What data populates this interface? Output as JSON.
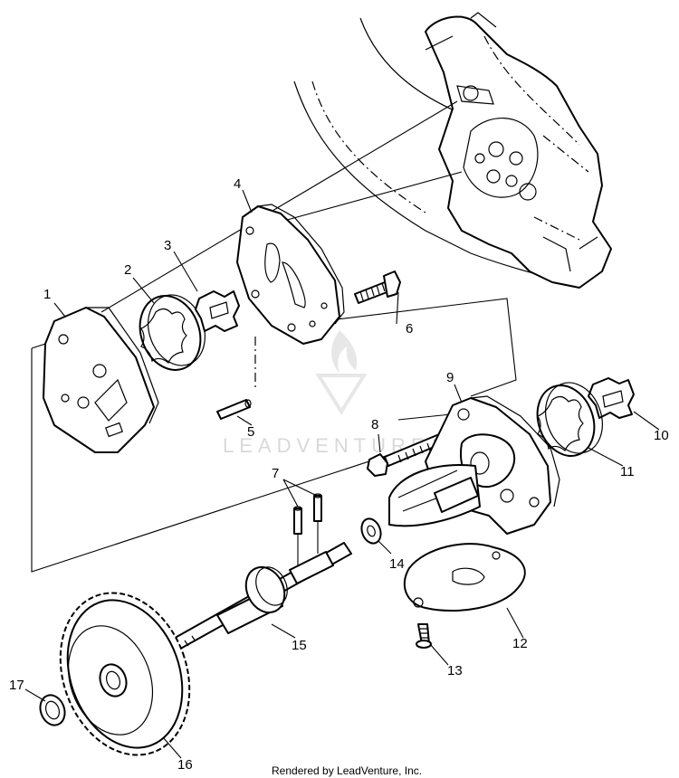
{
  "diagram": {
    "callouts": [
      {
        "id": "1",
        "label": "1"
      },
      {
        "id": "2",
        "label": "2"
      },
      {
        "id": "3",
        "label": "3"
      },
      {
        "id": "4",
        "label": "4"
      },
      {
        "id": "5",
        "label": "5"
      },
      {
        "id": "6",
        "label": "6"
      },
      {
        "id": "7",
        "label": "7"
      },
      {
        "id": "8",
        "label": "8"
      },
      {
        "id": "9",
        "label": "9"
      },
      {
        "id": "10",
        "label": "10"
      },
      {
        "id": "11",
        "label": "11"
      },
      {
        "id": "12",
        "label": "12"
      },
      {
        "id": "13",
        "label": "13"
      },
      {
        "id": "14",
        "label": "14"
      },
      {
        "id": "15",
        "label": "15"
      },
      {
        "id": "16",
        "label": "16"
      },
      {
        "id": "17",
        "label": "17"
      }
    ],
    "watermark": "LEADVENTURE",
    "footer": "Rendered by LeadVenture, Inc."
  }
}
